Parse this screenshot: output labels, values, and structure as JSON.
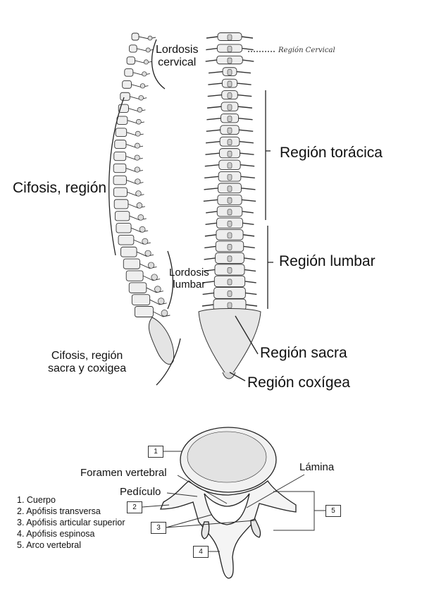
{
  "spine_lateral": {
    "lordosis_cervical": [
      "Lordosis",
      "cervical"
    ],
    "cifosis_region": "Cifosis, región",
    "lordosis_lumbar": [
      "Lordosis",
      "lumbar"
    ],
    "cifosis_sacra": [
      "Cifosis, región",
      "sacra y coxigea"
    ]
  },
  "spine_posterior": {
    "region_cervical": "Región Cervical",
    "region_toracica": "Región torácica",
    "region_lumbar": "Región lumbar",
    "region_sacra": "Región sacra",
    "region_coxigea": "Región coxígea"
  },
  "vertebra": {
    "foramen": "Foramen vertebral",
    "lamina": "Lámina",
    "pediculo": "Pedículo",
    "boxes": [
      "1",
      "2",
      "3",
      "4",
      "5"
    ],
    "legend": [
      "1. Cuerpo",
      "2. Apófisis transversa",
      "3. Apófisis articular superior",
      "4. Apófisis espinosa",
      "5. Arco vertebral"
    ]
  }
}
